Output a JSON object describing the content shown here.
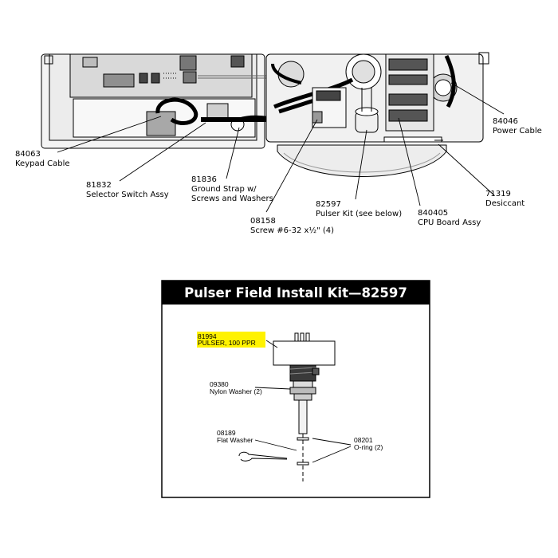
{
  "diagram": {
    "top_callouts": [
      {
        "part": "84063",
        "name": "Keypad Cable"
      },
      {
        "part": "81832",
        "name": "Selector Switch Assy"
      },
      {
        "part": "81836",
        "name": "Ground Strap w/",
        "name2": "Screws and Washers"
      },
      {
        "part": "08158",
        "name": "Screw #6-32 x½\" (4)"
      },
      {
        "part": "82597",
        "name": "Pulser Kit (see below)"
      },
      {
        "part": "840405",
        "name": "CPU Board Assy"
      },
      {
        "part": "71319",
        "name": "Desiccant"
      },
      {
        "part": "84046",
        "name": "Power Cable"
      }
    ],
    "kit": {
      "title": "Pulser Field Install Kit—82597",
      "highlight_color": "#fff200",
      "callouts": [
        {
          "part": "81994",
          "name": "PULSER, 100 PPR"
        },
        {
          "part": "09380",
          "name": "Nylon Washer (2)"
        },
        {
          "part": "08189",
          "name": "Flat Washer"
        },
        {
          "part": "08201",
          "name": "O-ring (2)"
        }
      ]
    }
  }
}
